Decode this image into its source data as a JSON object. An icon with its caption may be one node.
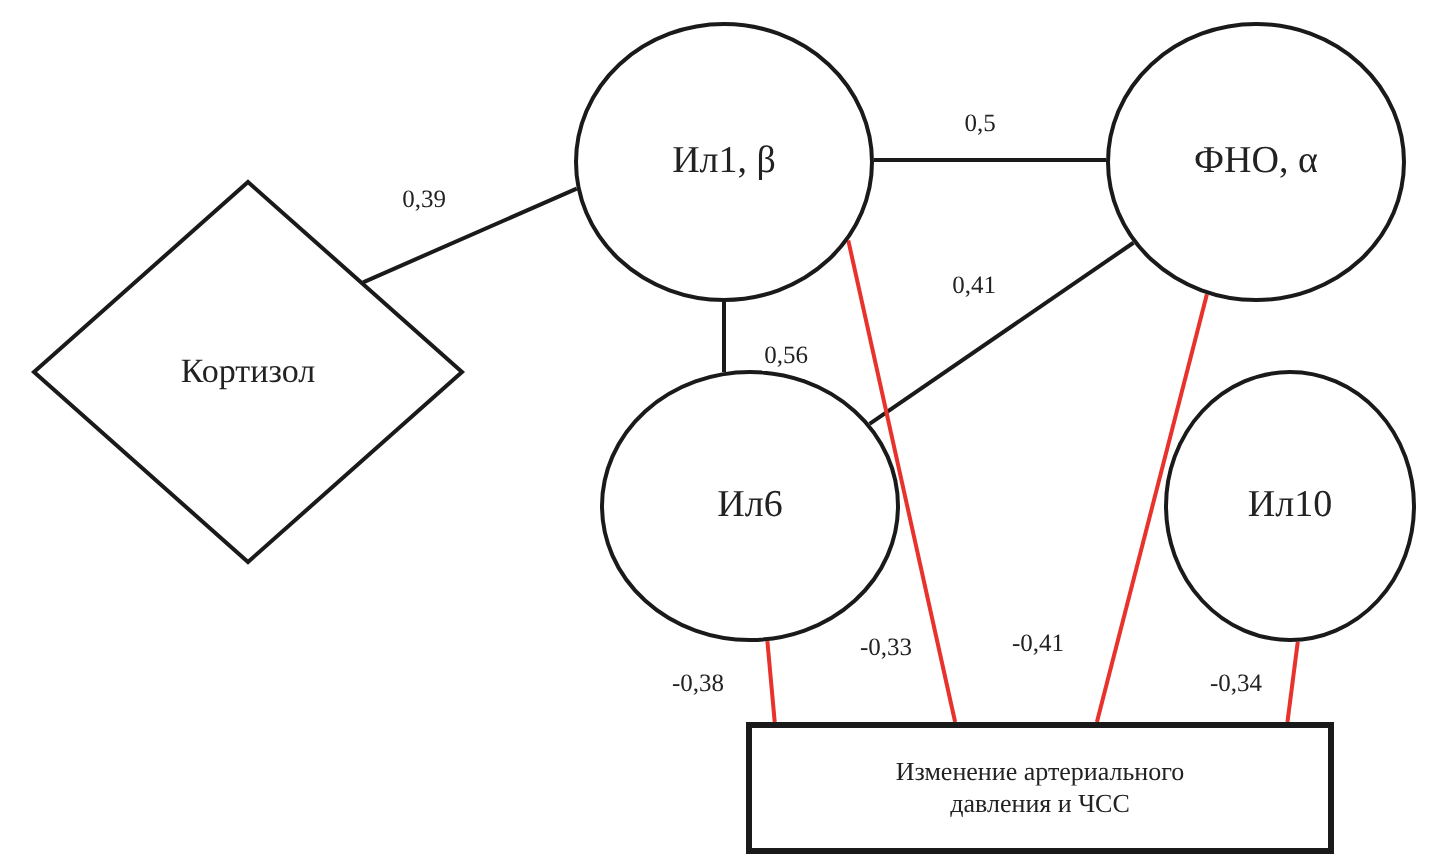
{
  "diagram": {
    "nodes": [
      {
        "text": [
          "Ил1, β"
        ]
      },
      {
        "text": [
          "ФНО, α"
        ]
      },
      {
        "text": [
          "Кортизол"
        ]
      },
      {
        "text": [
          "Ил6"
        ]
      },
      {
        "text": [
          "Ил10"
        ]
      },
      {
        "text": [
          "Изменение артериального давления и ЧСС"
        ]
      }
    ],
    "edges": [
      {
        "from": 2,
        "to": 0,
        "arrow": "none",
        "label": "0,39"
      },
      {
        "from": 0,
        "to": 1,
        "arrow": "none",
        "label": "0,5"
      },
      {
        "from": 0,
        "to": 3,
        "arrow": "none",
        "label": "0,56"
      },
      {
        "from": 1,
        "to": 3,
        "arrow": "none",
        "label": "0,41"
      },
      {
        "from": 3,
        "to": 5,
        "arrow": "none",
        "label": "-0,38",
        "color": "#e8322c"
      },
      {
        "from": 0,
        "to": 5,
        "arrow": "none",
        "label": "-0,33",
        "color": "#e8322c"
      },
      {
        "from": 1,
        "to": 5,
        "arrow": "none",
        "label": "-0,41",
        "color": "#e8322c"
      },
      {
        "from": 4,
        "to": 5,
        "arrow": "none",
        "label": "-0,34",
        "color": "#e8322c"
      }
    ]
  }
}
